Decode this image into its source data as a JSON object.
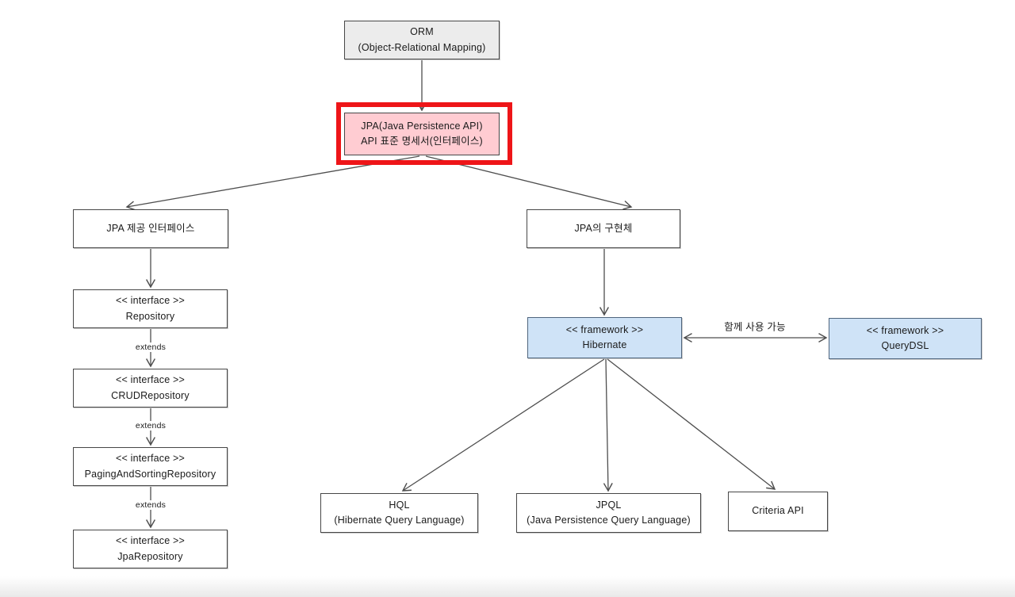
{
  "diagram": {
    "nodes": {
      "orm": {
        "line1": "ORM",
        "line2": "(Object-Relational Mapping)"
      },
      "jpa": {
        "line1": "JPA(Java Persistence API)",
        "line2": "API 표준 명세서(인터페이스)"
      },
      "jpa_interfaces": {
        "line1": "JPA 제공 인터페이스"
      },
      "repository": {
        "line1": "<< interface >>",
        "line2": "Repository"
      },
      "crud_repository": {
        "line1": "<< interface >>",
        "line2": "CRUDRepository"
      },
      "paging_sorting_repository": {
        "line1": "<< interface >>",
        "line2": "PagingAndSortingRepository"
      },
      "jpa_repository": {
        "line1": "<< interface >>",
        "line2": "JpaRepository"
      },
      "jpa_impl": {
        "line1": "JPA의 구현체"
      },
      "hibernate": {
        "line1": "<< framework >>",
        "line2": "Hibernate"
      },
      "querydsl": {
        "line1": "<< framework >>",
        "line2": "QueryDSL"
      },
      "hql": {
        "line1": "HQL",
        "line2": "(Hibernate Query Language)"
      },
      "jpql": {
        "line1": "JPQL",
        "line2": "(Java Persistence Query Language)"
      },
      "criteria_api": {
        "line1": "Criteria API"
      }
    },
    "edge_labels": {
      "extends_1": "extends",
      "extends_2": "extends",
      "extends_3": "extends",
      "together": "함께 사용 가능"
    },
    "colors": {
      "gray_fill": "#ececec",
      "pink_fill": "#ffccd2",
      "blue_fill": "#cfe3f7",
      "highlight_red": "#ee1518",
      "line": "#4e4e4e",
      "border": "#474747",
      "blue_border": "#4f657d",
      "text": "#1a1a1a"
    }
  }
}
